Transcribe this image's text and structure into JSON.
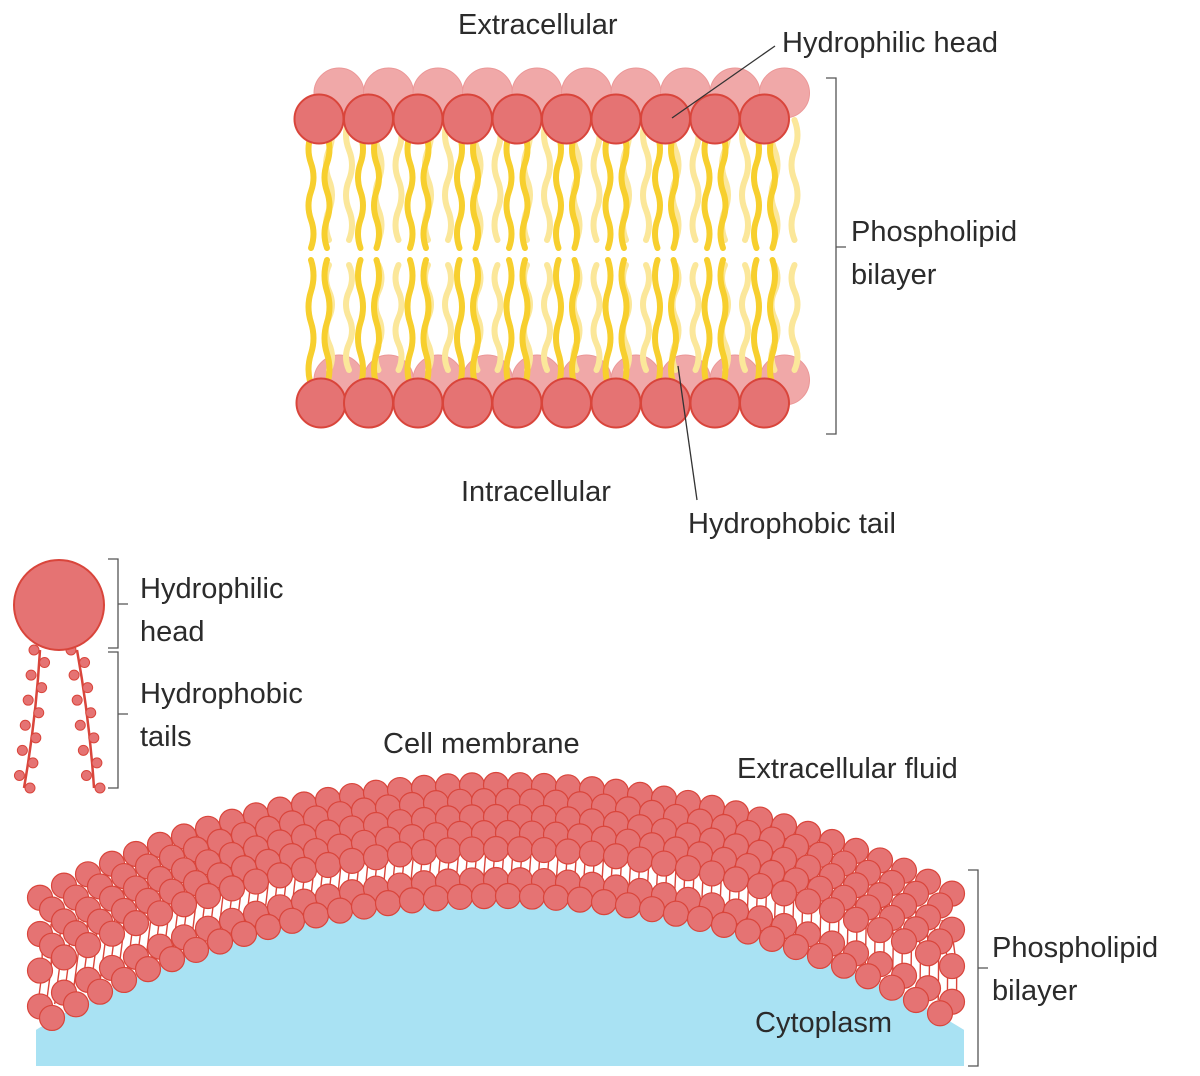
{
  "labels": {
    "extracellular": "Extracellular",
    "intracellular": "Intracellular",
    "hydrophilic_head_top": "Hydrophilic head",
    "phospholipid_bilayer_top": [
      "Phospholipid",
      "bilayer"
    ],
    "hydrophobic_tail_top": "Hydrophobic tail",
    "hydrophilic_head_single": [
      "Hydrophilic",
      "head"
    ],
    "hydrophobic_tails_single": [
      "Hydrophobic",
      "tails"
    ],
    "cell_membrane": "Cell membrane",
    "extracellular_fluid": "Extracellular fluid",
    "cytoplasm": "Cytoplasm",
    "phospholipid_bilayer_bottom": [
      "Phospholipid",
      "bilayer"
    ]
  },
  "colors": {
    "head": "#e57373",
    "head_stroke": "#d9453b",
    "head_back": "#f0a8a8",
    "tail": "#f7cf2e",
    "tail_back": "#fbe79a",
    "cytoplasm": "#a9e2f3",
    "bracket": "#555555",
    "text": "#2b2b2b"
  }
}
